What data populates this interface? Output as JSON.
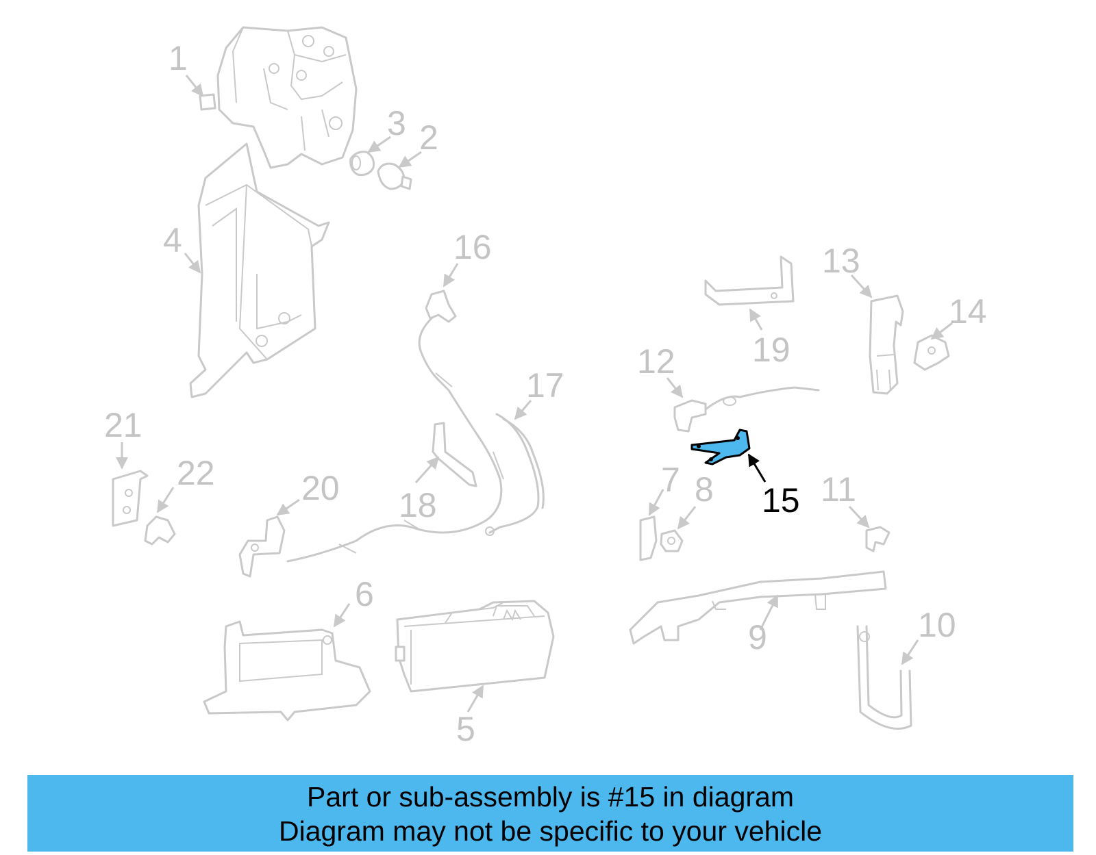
{
  "diagram": {
    "highlighted_part": "15",
    "highlight_color": "#4db8ee",
    "dim_color": "#c9c9c9",
    "callouts": {
      "c1": "1",
      "c2": "2",
      "c3": "3",
      "c4": "4",
      "c5": "5",
      "c6": "6",
      "c7": "7",
      "c8": "8",
      "c9": "9",
      "c10": "10",
      "c11": "11",
      "c12": "12",
      "c13": "13",
      "c14": "14",
      "c15": "15",
      "c16": "16",
      "c17": "17",
      "c18": "18",
      "c19": "19",
      "c20": "20",
      "c21": "21",
      "c22": "22"
    }
  },
  "banner": {
    "background": "#4db8ee",
    "line1": "Part or sub-assembly is #15 in diagram",
    "line2": "Diagram may not be specific to your vehicle"
  }
}
